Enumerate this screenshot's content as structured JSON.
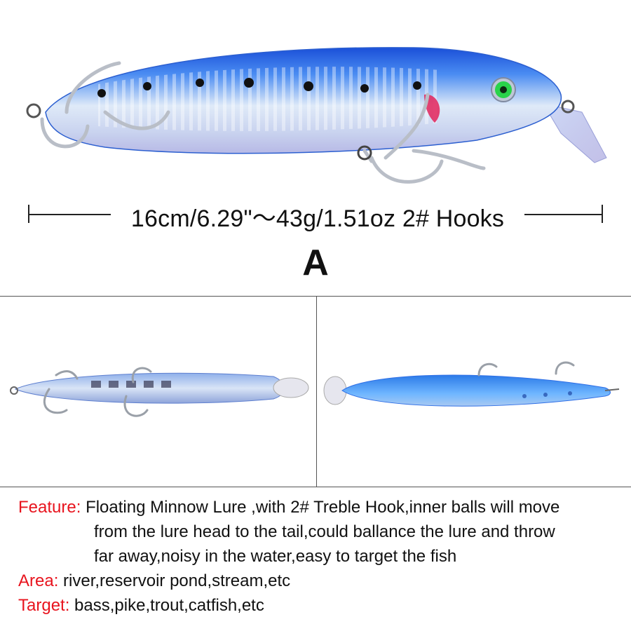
{
  "spec": {
    "size_text": "16cm/6.29\"～43g/1.51oz  2# Hooks",
    "variant_letter": "A"
  },
  "description": {
    "feature_label": "Feature:",
    "feature_line1": "Floating Minnow Lure ,with 2# Treble Hook,inner balls will move",
    "feature_line2": "from the lure head to the tail,could ballance the lure and throw",
    "feature_line3": "far away,noisy in the water,easy to target the fish",
    "area_label": "Area:",
    "area_text": "river,reservoir pond,stream,etc",
    "target_label": "Target:",
    "target_text": "bass,pike,trout,catfish,etc"
  },
  "colors": {
    "label_red": "#e8141e",
    "lure_blue": "#2f6fe6",
    "lure_light_blue": "#8fc3ff",
    "eye_green": "#29d34a"
  },
  "icons": [
    "main-lure-photo",
    "lure-side-view-photo",
    "lure-top-view-photo"
  ]
}
